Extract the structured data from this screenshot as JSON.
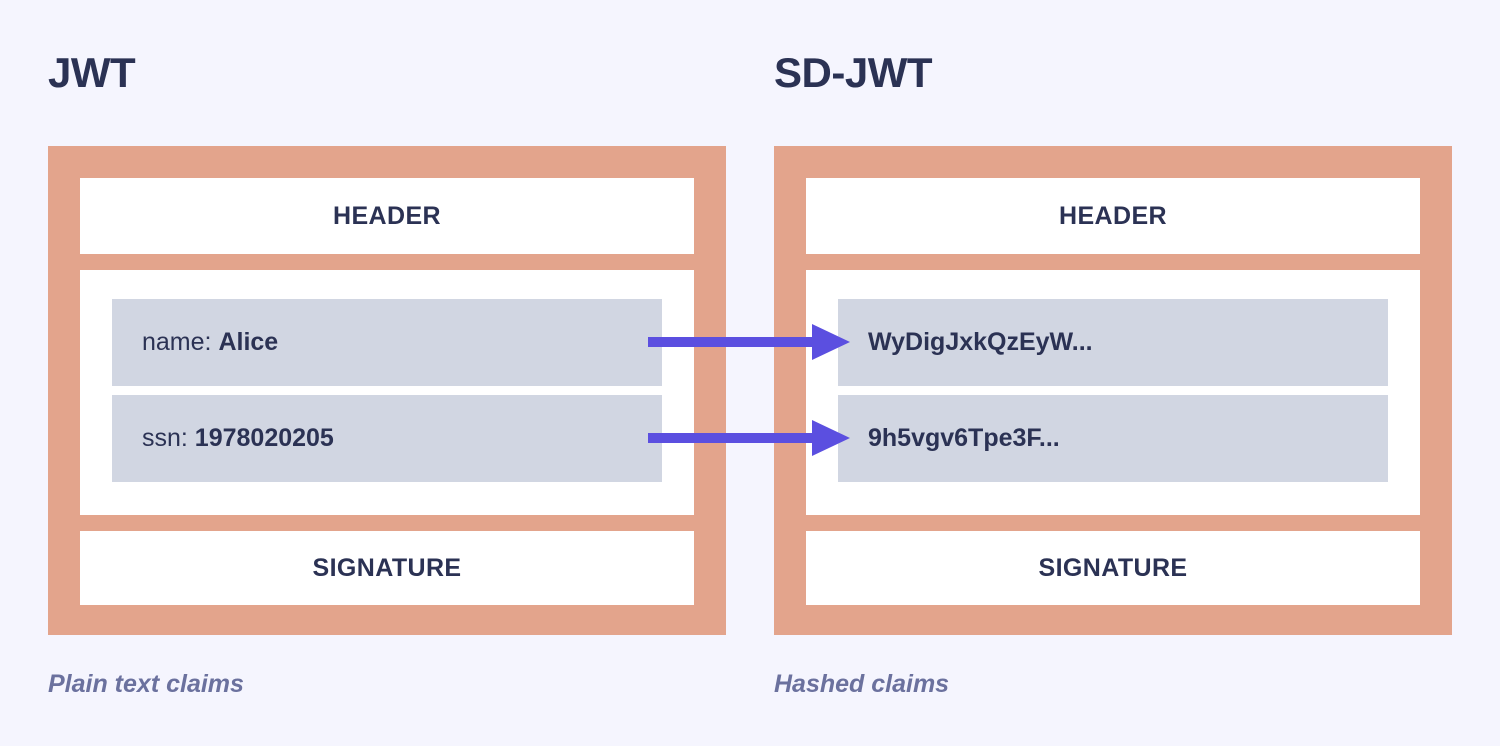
{
  "page": {
    "background_color": "#f5f5fe",
    "text_color": "#2b3254",
    "card_border_color": "#e3a48c",
    "chip_color": "#d1d6e2",
    "arrow_color": "#5b4fe0",
    "caption_color": "#6b719e"
  },
  "left": {
    "title": "JWT",
    "caption": "Plain text claims",
    "header_label": "HEADER",
    "signature_label": "SIGNATURE",
    "claims": [
      {
        "key": "name: ",
        "value": "Alice"
      },
      {
        "key": "ssn: ",
        "value": "1978020205"
      }
    ]
  },
  "right": {
    "title": "SD-JWT",
    "caption": "Hashed claims",
    "header_label": "HEADER",
    "signature_label": "SIGNATURE",
    "claims": [
      {
        "hash": "WyDigJxkQzEyW..."
      },
      {
        "hash": "9h5vgv6Tpe3F..."
      }
    ]
  },
  "arrows": [
    {
      "label": "name-to-hash-arrow"
    },
    {
      "label": "ssn-to-hash-arrow"
    }
  ]
}
